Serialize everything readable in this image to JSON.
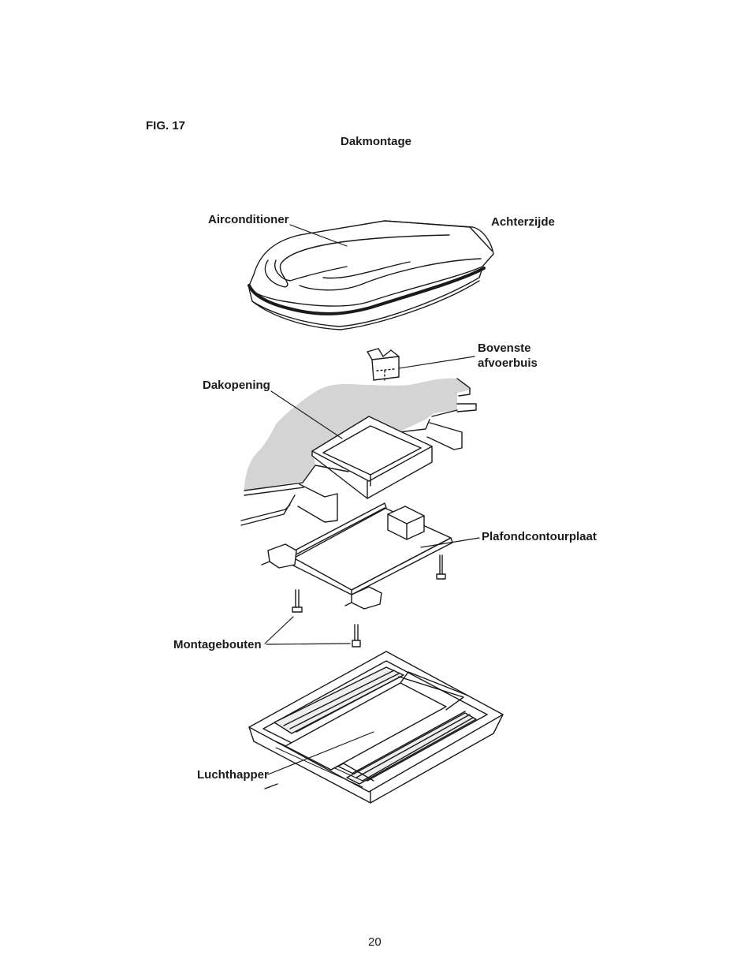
{
  "figure": {
    "number": "FIG. 17",
    "title": "Dakmontage"
  },
  "labels": {
    "air_conditioner": "Airconditioner",
    "back_side": "Achterzijde",
    "upper_drain": "Bovenste\nafvoerbuis",
    "roof_opening": "Dakopening",
    "ceiling_plate": "Plafondcontourplaat",
    "mounting_bolts": "Montagebouten",
    "air_grille": "Luchthapper"
  },
  "page": {
    "number": "20"
  }
}
